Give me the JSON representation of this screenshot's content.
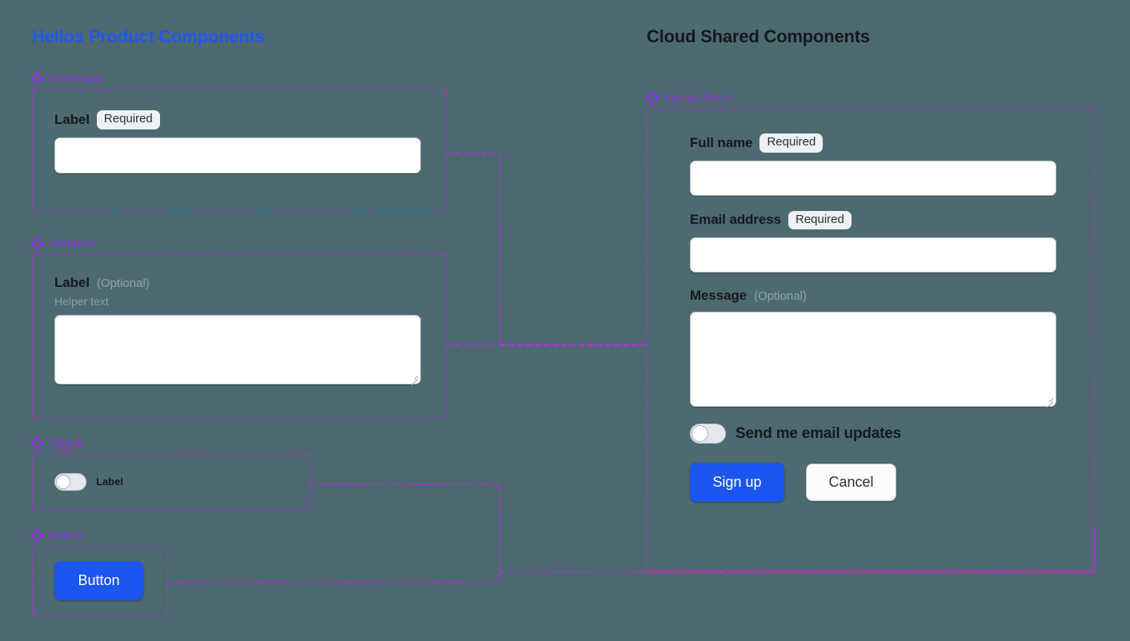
{
  "canvas": {
    "background_color": "#4d6a70",
    "accent_blue": "#2256ee",
    "section_purple": "#9333ea",
    "dashed_purple": "#c026f0"
  },
  "left_panel": {
    "title": "Helios Product Components",
    "sections": [
      {
        "icon": "diamond-icon",
        "name": "Text Input",
        "field": {
          "label": "Label",
          "badge": "Required",
          "input_value": "",
          "input_placeholder": ""
        }
      },
      {
        "icon": "diamond-icon",
        "name": "Textarea",
        "field": {
          "label": "Label",
          "optional_note": "(Optional)",
          "helper_text": "Helper text",
          "textarea_value": "",
          "textarea_placeholder": ""
        }
      },
      {
        "icon": "diamond-icon",
        "name": "Toggle",
        "field": {
          "toggle_label": "Label",
          "toggle_state": "off"
        }
      },
      {
        "icon": "diamond-icon",
        "name": "Button",
        "field": {
          "button_label": "Button"
        }
      }
    ]
  },
  "right_panel": {
    "title": "Cloud Shared Components",
    "sections": [
      {
        "icon": "diamond-icon",
        "name": "Signup Form",
        "form": {
          "fields": [
            {
              "label": "Full name",
              "badge": "Required",
              "value": "",
              "placeholder": "",
              "type": "text"
            },
            {
              "label": "Email address",
              "badge": "Required",
              "value": "",
              "placeholder": "",
              "type": "text"
            },
            {
              "label": "Message",
              "optional_note": "(Optional)",
              "value": "",
              "placeholder": "",
              "type": "textarea"
            }
          ],
          "toggle": {
            "label": "Send me email updates",
            "state": "off"
          },
          "actions": {
            "primary_label": "Sign up",
            "secondary_label": "Cancel"
          }
        }
      }
    ]
  }
}
